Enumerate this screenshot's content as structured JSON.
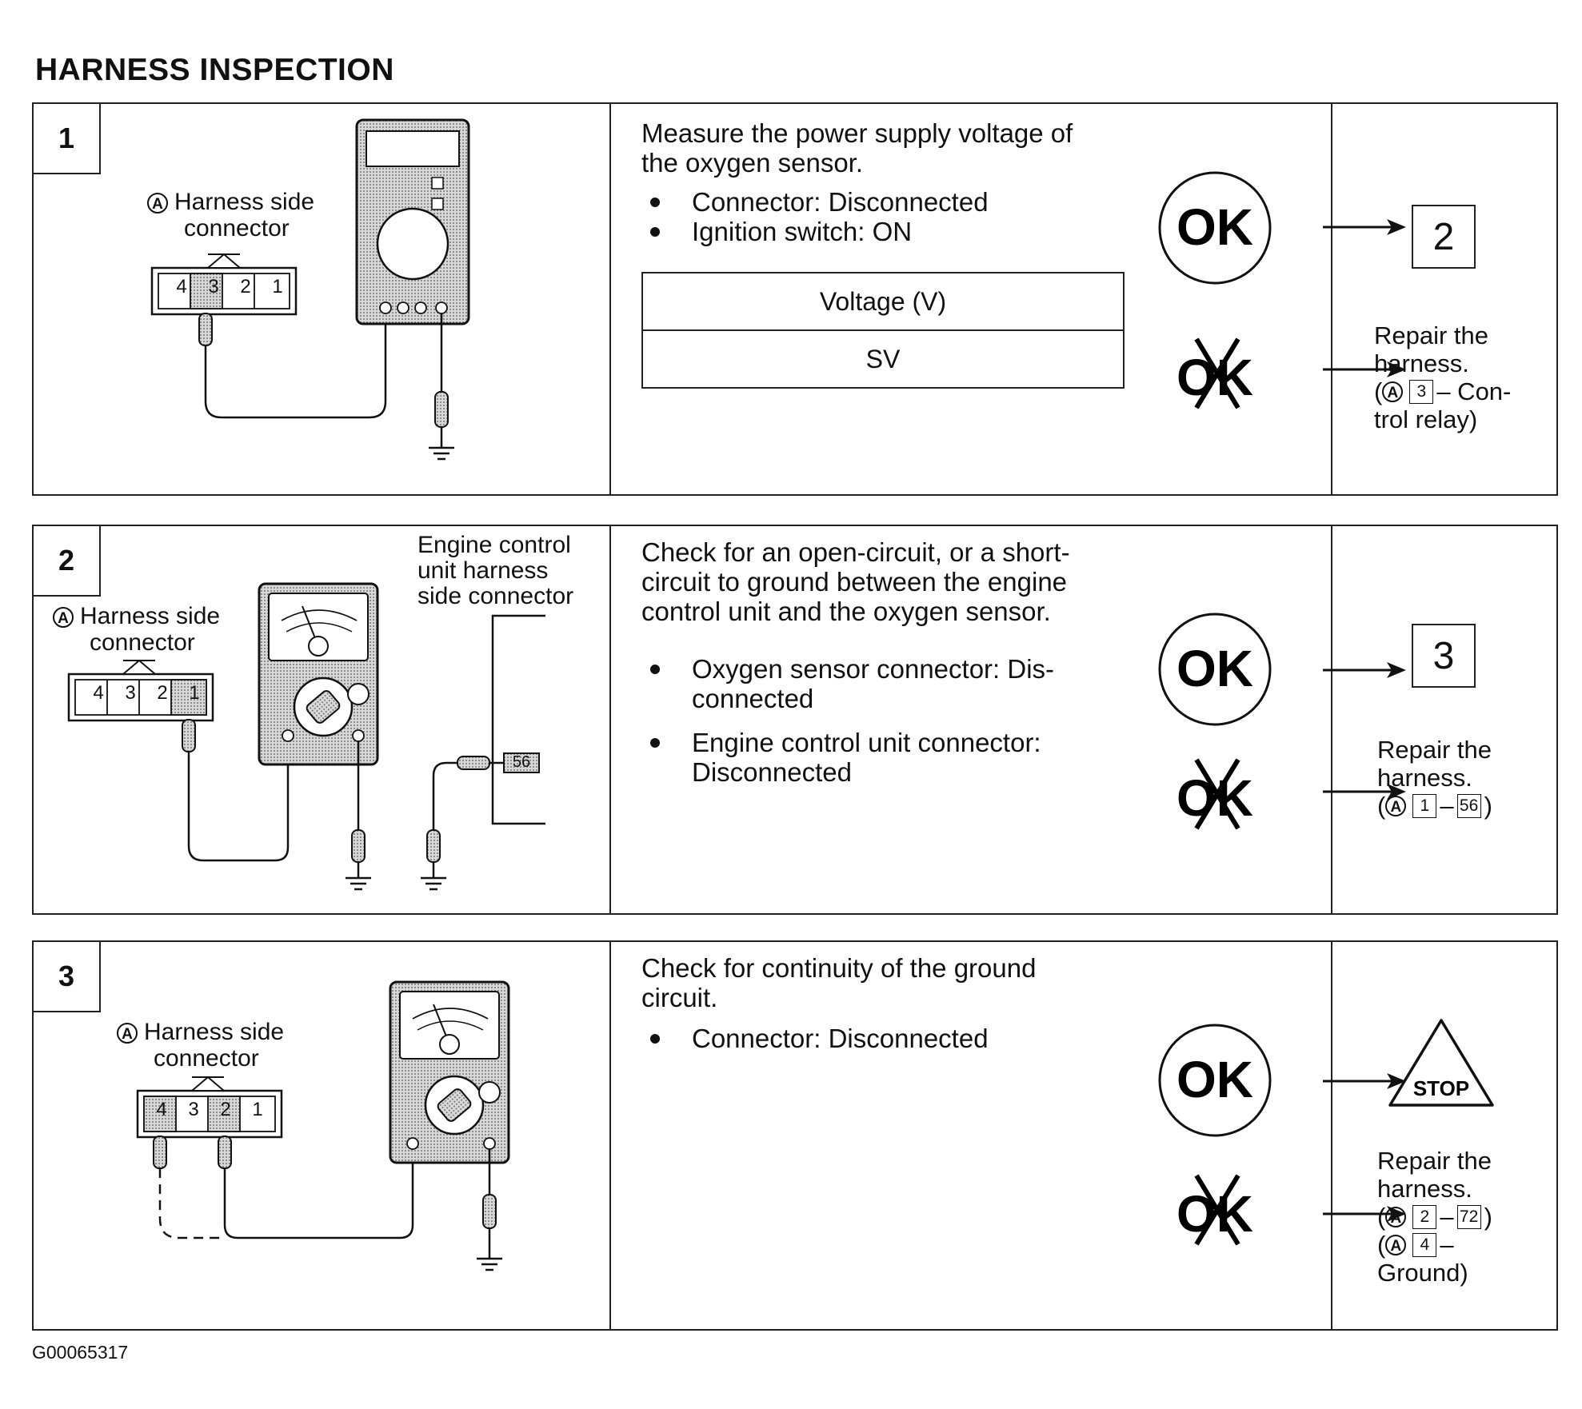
{
  "page": {
    "title": "HARNESS INSPECTION",
    "doc_id": "G00065317"
  },
  "legend": {
    "ok_label": "OK",
    "ng_label": "OK",
    "stop_label": "STOP",
    "circle_a": "A"
  },
  "steps": [
    {
      "number": "1",
      "figure": {
        "connector_label": [
          "Harness side",
          "connector"
        ],
        "pins": [
          "4",
          "3",
          "2",
          "1"
        ]
      },
      "heading": [
        "Measure the power supply voltage of",
        "the oxygen sensor."
      ],
      "bullets": [
        "Connector: Disconnected",
        "Ignition switch: ON"
      ],
      "table": {
        "header": "Voltage  (V)",
        "value": "SV"
      },
      "ok_goto": "2",
      "ng_text": [
        "Repair the",
        "harness."
      ],
      "ng_refs": [
        {
          "pin": "3",
          "tail": "– Con-"
        }
      ],
      "ng_extra": "trol relay)"
    },
    {
      "number": "2",
      "figure": {
        "connector_label": [
          "Harness side",
          "connector"
        ],
        "pins": [
          "4",
          "3",
          "2",
          "1"
        ],
        "ecu_label": [
          "Engine control",
          "unit harness",
          "side connector"
        ],
        "ecu_terminal": "56"
      },
      "heading": [
        "Check for an open-circuit, or a short-",
        "circuit to ground between the engine",
        "control unit and the oxygen sensor."
      ],
      "bullets": [
        "Oxygen sensor connector: Dis-\nconnected",
        "Engine control unit connector:\nDisconnected"
      ],
      "ok_goto": "3",
      "ng_text": [
        "Repair the",
        "harness."
      ],
      "ng_refs": [
        {
          "pin": "1",
          "tail": "–",
          "box2": "56"
        }
      ]
    },
    {
      "number": "3",
      "figure": {
        "connector_label": [
          "Harness side",
          "connector"
        ],
        "pins": [
          "4",
          "3",
          "2",
          "1"
        ]
      },
      "heading": [
        "Check for continuity of the ground",
        "circuit."
      ],
      "bullets": [
        "Connector: Disconnected"
      ],
      "ok_goto": "STOP",
      "ng_text": [
        "Repair the",
        "harness."
      ],
      "ng_refs": [
        {
          "pin": "2",
          "tail": "–",
          "box2": "72"
        },
        {
          "pin": "4",
          "tail": "–"
        }
      ],
      "ng_extra": "Ground)"
    }
  ]
}
